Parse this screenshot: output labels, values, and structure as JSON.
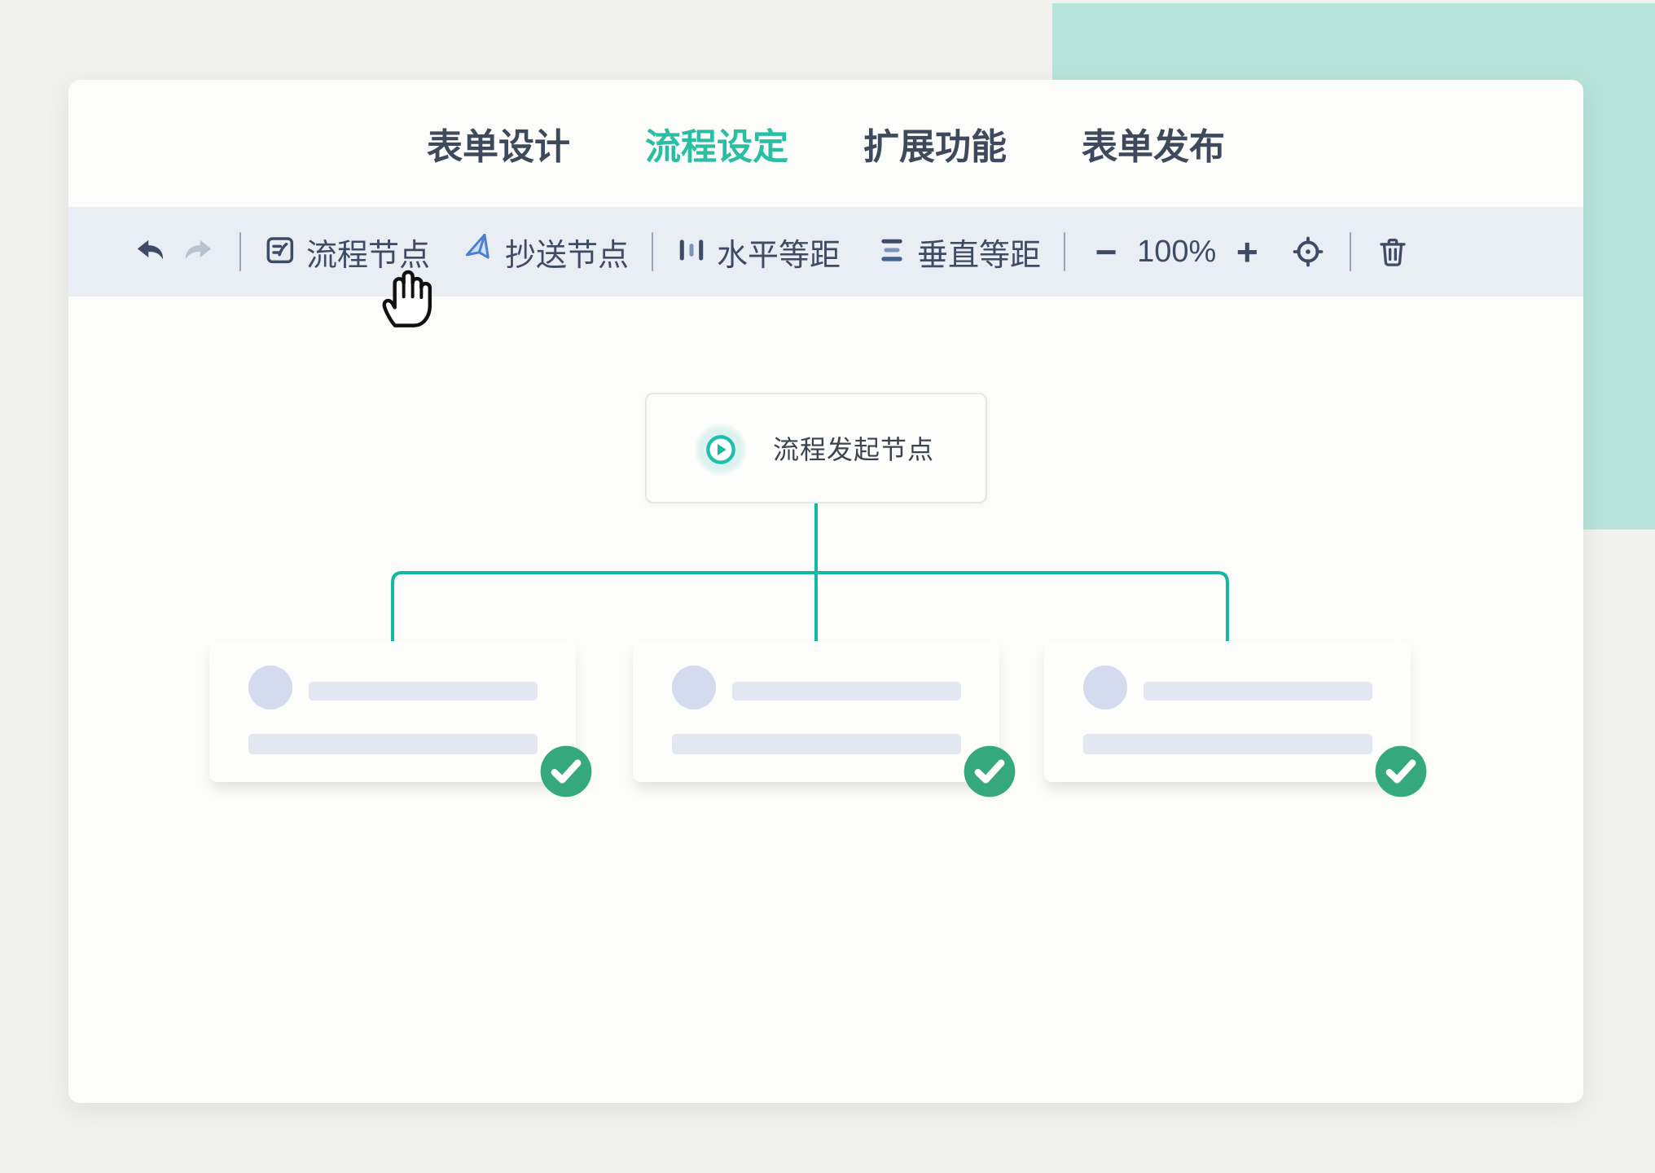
{
  "header": {
    "tabs": [
      {
        "label": "表单设计",
        "active": false
      },
      {
        "label": "流程设定",
        "active": true
      },
      {
        "label": "扩展功能",
        "active": false
      },
      {
        "label": "表单发布",
        "active": false
      }
    ]
  },
  "toolbar": {
    "node_button_label": "流程节点",
    "cc_button_label": "抄送节点",
    "h_dist_button_label": "水平等距",
    "v_dist_button_label": "垂直等距",
    "zoom_out_label": "−",
    "zoom_level": "100%",
    "zoom_in_label": "+",
    "icons": {
      "undo": "curved-arrow-left",
      "redo": "curved-arrow-right",
      "process_node": "form-pencil",
      "cc_node": "paper-plane",
      "h_dist": "distribute-horizontal",
      "v_dist": "distribute-vertical",
      "locate": "crosshair-target",
      "delete": "trash-can"
    }
  },
  "canvas": {
    "start_node_label": "流程发起节点",
    "start_node_icon": "play-circle",
    "cards": [
      {
        "status": "completed"
      },
      {
        "status": "completed"
      },
      {
        "status": "completed"
      }
    ],
    "badge_icon": "check-circle"
  },
  "cursor": {
    "type": "hand-grab"
  },
  "colors": {
    "accent_teal": "#2abfa3",
    "connector_teal": "#13b8a2",
    "badge_green": "#36a87e",
    "toolbar_navy": "#3e4b64",
    "plane_blue": "#4d7fd0",
    "deco_teal": "#b7e3da",
    "toolbar_bg": "#e9eef5",
    "skeleton_gray": "#e3e7f1",
    "avatar_lavender": "#d4dbee"
  }
}
